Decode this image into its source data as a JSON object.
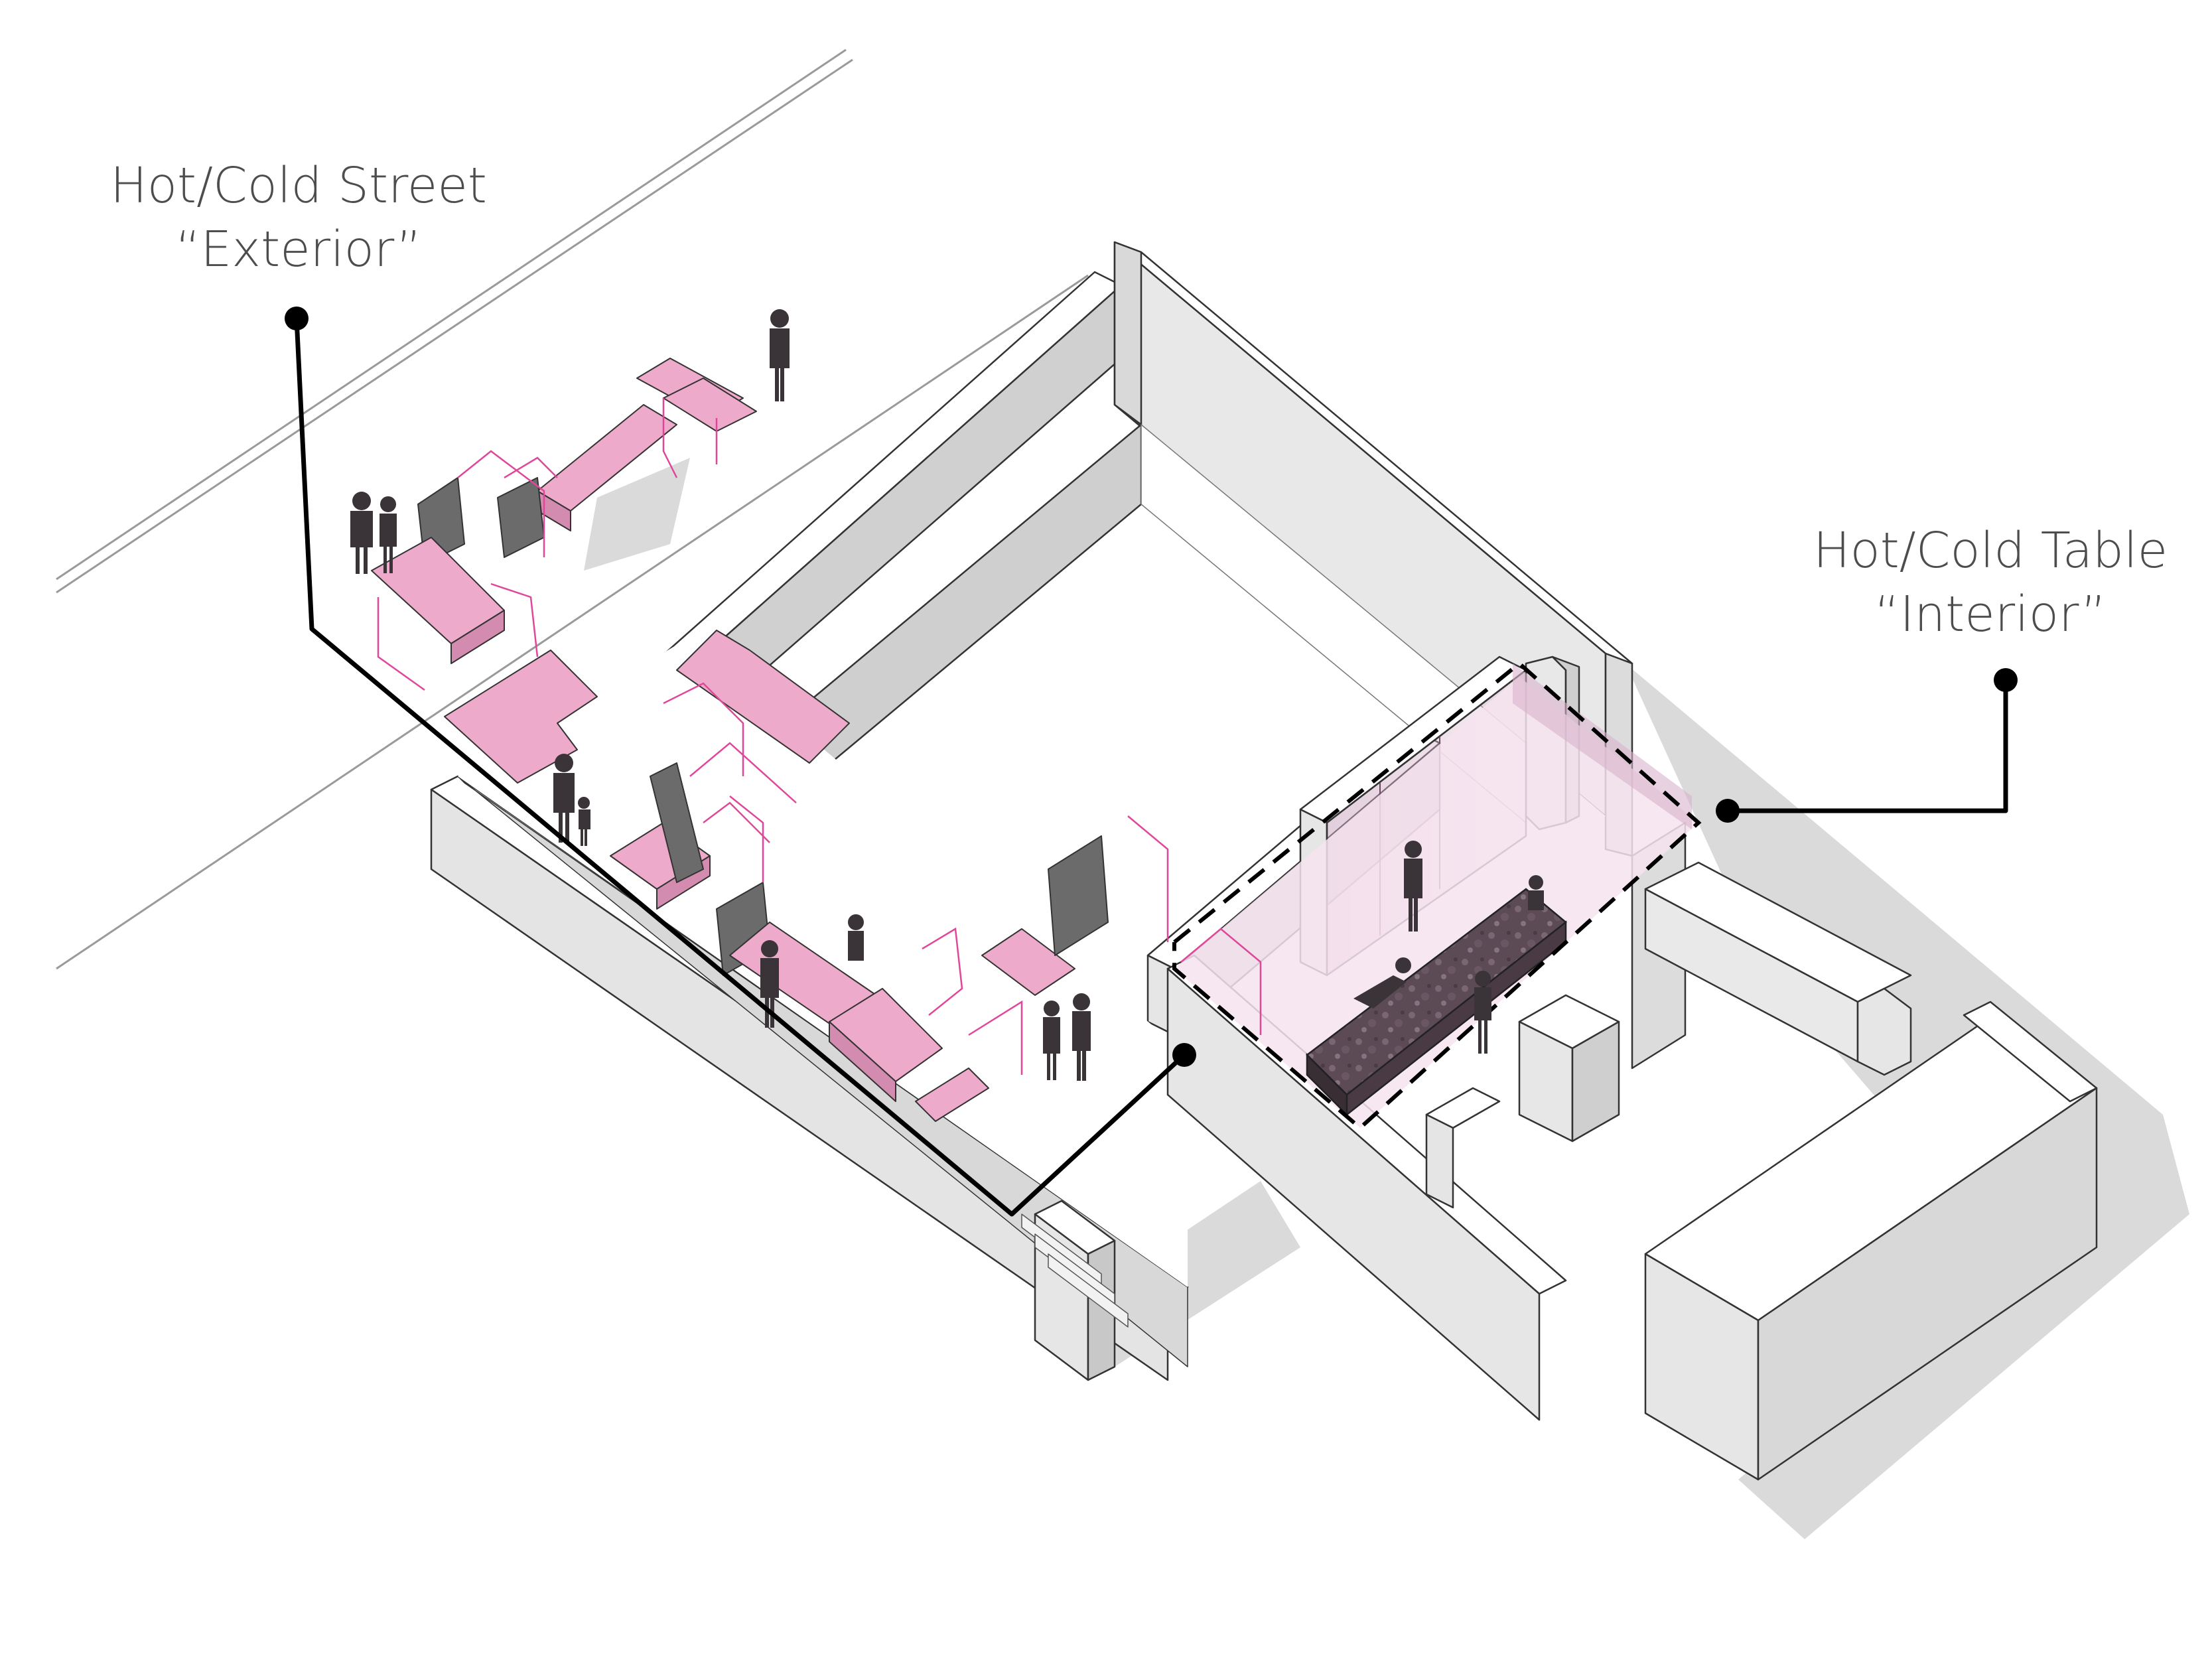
{
  "callouts": {
    "exterior": {
      "title": "Hot/Cold Street",
      "subtitle": "“Exterior”"
    },
    "interior": {
      "title": "Hot/Cold Table",
      "subtitle": "“Interior”"
    }
  },
  "colors": {
    "wall_top": "#ffffff",
    "wall_side": "#e6e6e6",
    "wall_shadow": "#bfbfbf",
    "ground_shadow": "#d9d9d9",
    "pink_fill": "#eeaacb",
    "pink_line": "#e0479a",
    "glass": "#c9a6bf",
    "table_top": "#5c4a55",
    "people": "#3a3338",
    "leader": "#000000",
    "label_text": "#4d4d4d"
  }
}
